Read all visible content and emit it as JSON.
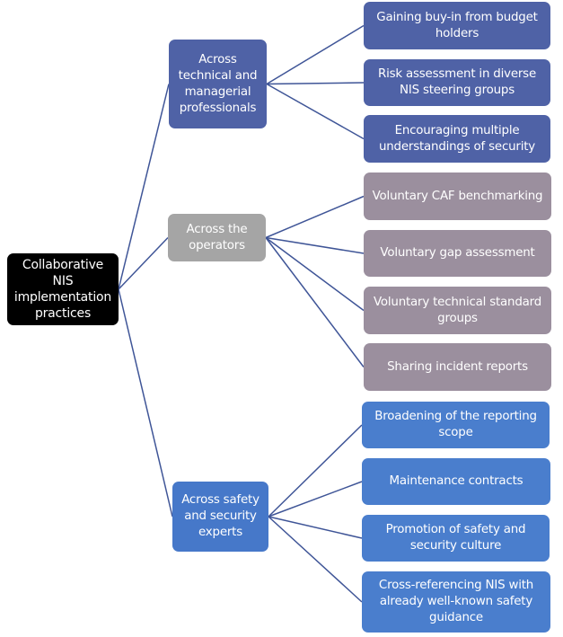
{
  "diagram": {
    "type": "tree",
    "colors": {
      "root": "#000000",
      "connector": "#3F5597",
      "group_technical": "#4F62A6",
      "group_operators": "#A5A5A5",
      "group_safety": "#4678C9",
      "items_technical": "#4F62A6",
      "items_operators": "#9B8F9E",
      "items_safety": "#4A7ECD",
      "text": "#FFFFFF"
    },
    "root": {
      "label": "Collaborative NIS implementation practices"
    },
    "groups": [
      {
        "label": "Across technical and managerial professionals",
        "items": [
          {
            "label": "Gaining buy-in from budget holders"
          },
          {
            "label": "Risk assessment in diverse NIS steering  groups"
          },
          {
            "label": "Encouraging multiple understandings of security"
          }
        ]
      },
      {
        "label": "Across the operators",
        "items": [
          {
            "label": "Voluntary CAF benchmarking"
          },
          {
            "label": "Voluntary gap assessment"
          },
          {
            "label": "Voluntary technical standard groups"
          },
          {
            "label": "Sharing incident reports"
          }
        ]
      },
      {
        "label": "Across safety and security experts",
        "items": [
          {
            "label": "Broadening of the reporting scope"
          },
          {
            "label": "Maintenance contracts"
          },
          {
            "label": "Promotion of safety and security culture"
          },
          {
            "label": "Cross-referencing NIS with already well-known safety guidance"
          }
        ]
      }
    ]
  }
}
